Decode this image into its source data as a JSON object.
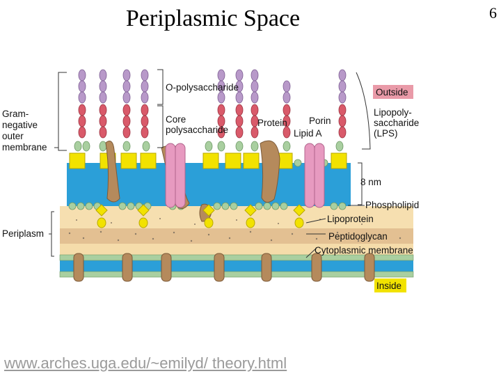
{
  "title": "Periplasmic Space",
  "slide_number": "6",
  "footer_link": "www.arches.uga.edu/~emilyd/ theory.html",
  "labels": {
    "o_polysaccharide": "O-polysaccharide",
    "core_line1": "Core",
    "core_line2": "polysaccharide",
    "protein": "Protein",
    "porin": "Porin",
    "lipid_a": "Lipid A",
    "outside": "Outside",
    "lps_line1": "Lipopoly-",
    "lps_line2": "saccharide",
    "lps_line3": "(LPS)",
    "gram_line1": "Gram-",
    "gram_line2": "negative",
    "gram_line3": "outer",
    "gram_line4": "membrane",
    "thickness": "8 nm",
    "phospholipid": "Phospholipid",
    "periplasm": "Periplasm",
    "lipoprotein": "Lipoprotein",
    "peptidoglycan": "Peptidoglycan",
    "cytoplasmic_membrane": "Cytoplasmic membrane",
    "inside": "Inside"
  },
  "colors": {
    "o_chain": "#b899c9",
    "core_chain": "#d95a6a",
    "core_base": "#a9cfa0",
    "lipid_a_block": "#f2e200",
    "membrane_blue": "#2b9fd8",
    "phospholipid_head": "#a9cfa0",
    "protein": "#b58a5c",
    "porin": "#e79ac0",
    "periplasm": "#f5dcaa",
    "peptidoglycan": "#e3c092",
    "outside_tag": "#e99aa8",
    "inside_tag": "#f2e200"
  }
}
